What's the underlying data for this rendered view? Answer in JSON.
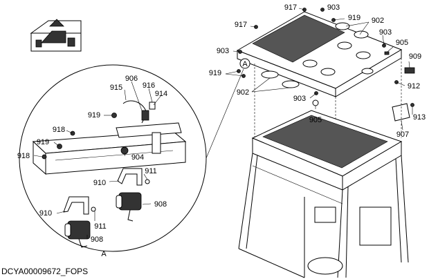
{
  "caption": "DCYA00009672_FOPS",
  "detail_view_marker": "A",
  "detail_view_label": "A",
  "part_numbers": {
    "p917_top": "917",
    "p903_top": "903",
    "p919_top": "919",
    "p902_top": "902",
    "p917_left": "917",
    "p903_right": "903",
    "p905_top": "905",
    "p909": "909",
    "p903_left": "903",
    "p919_left": "919",
    "p912": "912",
    "p902_left": "902",
    "p903_mid": "903",
    "p905_mid": "905",
    "p913": "913",
    "p907": "907",
    "p906": "906",
    "p915": "915",
    "p916": "916",
    "p914": "914",
    "p919_det": "919",
    "p918_a": "918",
    "p919_det2": "919",
    "p918_b": "918",
    "p904": "904",
    "p911_a": "911",
    "p910_a": "910",
    "p908_a": "908",
    "p910_b": "910",
    "p911_b": "911",
    "p908_b": "908"
  }
}
